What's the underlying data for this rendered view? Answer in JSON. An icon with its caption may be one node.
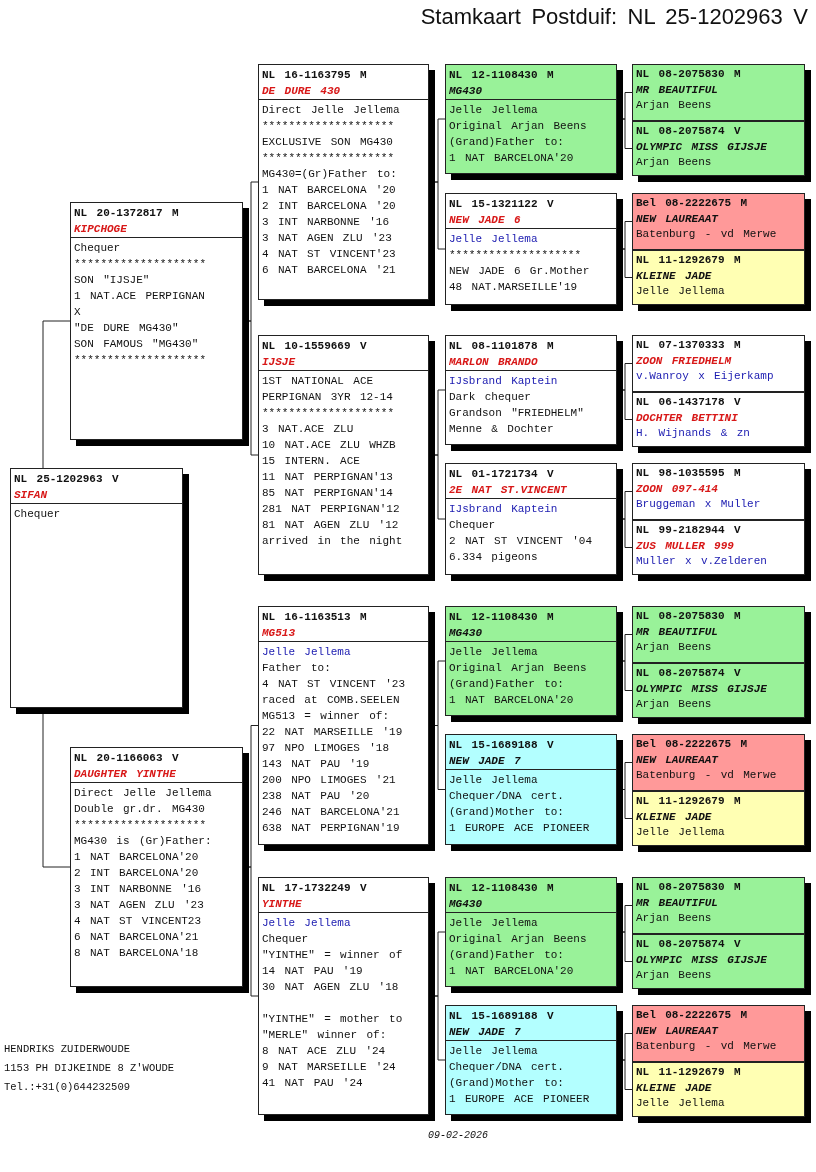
{
  "diagram": {
    "title": "Stamkaart Postduif: NL 25-1202963 V",
    "nodes": [
      {
        "text": [
          "NL 25-1202963 V",
          "SIFAN",
          "Chequer"
        ]
      },
      {
        "text": [
          "NL 20-1372817 M",
          "KIPCHOGE",
          "Chequer",
          "********************",
          "SON \"IJSJE\"",
          "1 NAT.ACE PERPIGNAN",
          "X",
          "\"DE DURE MG430\"",
          "SON FAMOUS \"MG430\"",
          "********************"
        ]
      },
      {
        "text": [
          "NL 20-1166063 V",
          "DAUGHTER YINTHE",
          "Direct Jelle Jellema",
          "Double gr.dr. MG430",
          "********************",
          "MG430 is (Gr)Father:",
          "1 NAT BARCELONA'20",
          "2 INT BARCELONA'20",
          "3 INT NARBONNE '16",
          "3 NAT AGEN ZLU '23",
          "4 NAT ST VINCENT23",
          "6 NAT BARCELONA'21",
          "8 NAT BARCELONA'18"
        ]
      },
      {
        "text": [
          "NL 16-1163795 M",
          "DE DURE 430",
          "Direct Jelle Jellema",
          "********************",
          "EXCLUSIVE SON MG430",
          "********************",
          "MG430=(Gr)Father to:",
          "1 NAT BARCELONA '20",
          "2 INT BARCELONA '20",
          "3 INT NARBONNE '16",
          "3 NAT AGEN ZLU '23",
          "4 NAT ST VINCENT'23",
          "6 NAT BARCELONA '21"
        ]
      },
      {
        "text": [
          "NL 10-1559669 V",
          "IJSJE",
          "1ST NATIONAL ACE",
          "PERPIGNAN 3YR 12-14",
          "********************",
          "3 NAT.ACE ZLU",
          "10 NAT.ACE ZLU WHZB",
          "15 INTERN. ACE",
          "11 NAT PERPIGNAN'13",
          "85 NAT PERPIGNAN'14",
          "281 NAT PERPIGNAN'12",
          "81 NAT AGEN ZLU '12",
          "arrived in the night"
        ]
      },
      {
        "text": [
          "NL 16-1163513 M",
          "MG513",
          "Jelle Jellema",
          "Father to:",
          "4 NAT ST VINCENT '23",
          "raced at COMB.SEELEN",
          "MG513 = winner of:",
          "22 NAT MARSEILLE '19",
          "97 NPO LIMOGES '18",
          "143 NAT PAU '19",
          "200 NPO LIMOGES '21",
          "238 NAT PAU '20",
          "246 NAT BARCELONA'21",
          "638 NAT PERPIGNAN'19"
        ]
      },
      {
        "text": [
          "NL 17-1732249 V",
          "YINTHE",
          "Jelle Jellema",
          "Chequer",
          "\"YINTHE\" = winner of",
          "14 NAT PAU '19",
          "30 NAT AGEN ZLU '18",
          "\"YINTHE\" = mother to",
          "\"MERLE\" winner of:",
          "8 NAT ACE ZLU '24",
          "9 NAT MARSEILLE '24",
          "41 NAT PAU '24"
        ]
      },
      {
        "text": [
          "NL 12-1108430 M",
          "MG430",
          "Jelle Jellema",
          "Original Arjan Beens",
          "(Grand)Father to:",
          "1 NAT BARCELONA'20"
        ]
      },
      {
        "text": [
          "NL 15-1321122 V",
          "NEW JADE 6",
          "Jelle Jellema",
          "********************",
          "NEW JADE 6 Gr.Mother",
          "48 NAT.MARSEILLE'19"
        ]
      },
      {
        "text": [
          "NL 08-1101878 M",
          "MARLON BRANDO",
          "IJsbrand Kaptein",
          "Dark chequer",
          "Grandson \"FRIEDHELM\"",
          "Menne & Dochter"
        ]
      },
      {
        "text": [
          "NL 01-1721734 V",
          "2E NAT ST.VINCENT",
          "IJsbrand Kaptein",
          "Chequer",
          "2 NAT ST VINCENT '04",
          "6.334 pigeons"
        ]
      },
      {
        "text": [
          "NL 12-1108430 M",
          "MG430",
          "Jelle Jellema",
          "Original Arjan Beens",
          "(Grand)Father to:",
          "1 NAT BARCELONA'20"
        ]
      },
      {
        "text": [
          "NL 15-1689188 V",
          "NEW JADE 7",
          "Jelle Jellema",
          "Chequer/DNA cert.",
          "(Grand)Mother to:",
          "1 EUROPE ACE PIONEER"
        ]
      },
      {
        "text": [
          "NL 12-1108430 M",
          "MG430",
          "Jelle Jellema",
          "Original Arjan Beens",
          "(Grand)Father to:",
          "1 NAT BARCELONA'20"
        ]
      },
      {
        "text": [
          "NL 15-1689188 V",
          "NEW JADE 7",
          "Jelle Jellema",
          "Chequer/DNA cert.",
          "(Grand)Mother to:",
          "1 EUROPE ACE PIONEER"
        ]
      },
      {
        "text": [
          "NL 08-2075830 M",
          "MR BEAUTIFUL",
          "Arjan Beens"
        ]
      },
      {
        "text": [
          "NL 08-2075874 V",
          "OLYMPIC MISS GIJSJE",
          "Arjan Beens"
        ]
      },
      {
        "text": [
          "Bel 08-2222675 M",
          "NEW LAUREAAT",
          "Batenburg - vd Merwe"
        ]
      },
      {
        "text": [
          "NL 11-1292679 M",
          "KLEINE JADE",
          "Jelle Jellema"
        ]
      },
      {
        "text": [
          "NL 07-1370333 M",
          "ZOON FRIEDHELM",
          "v.Wanroy x Eijerkamp"
        ]
      },
      {
        "text": [
          "NL 06-1437178 V",
          "DOCHTER BETTINI",
          "H. Wijnands & zn"
        ]
      },
      {
        "text": [
          "NL 98-1035595 M",
          "ZOON 097-414",
          "Bruggeman x Muller"
        ]
      },
      {
        "text": [
          "NL 99-2182944 V",
          "ZUS MULLER 999",
          "Muller x v.Zelderen"
        ]
      },
      {
        "text": [
          "NL 08-2075830 M",
          "MR BEAUTIFUL",
          "Arjan Beens"
        ]
      },
      {
        "text": [
          "NL 08-2075874 V",
          "OLYMPIC MISS GIJSJE",
          "Arjan Beens"
        ]
      },
      {
        "text": [
          "Bel 08-2222675 M",
          "NEW LAUREAAT",
          "Batenburg - vd Merwe"
        ]
      },
      {
        "text": [
          "NL 11-1292679 M",
          "KLEINE JADE",
          "Jelle Jellema"
        ]
      },
      {
        "text": [
          "NL 08-2075830 M",
          "MR BEAUTIFUL",
          "Arjan Beens"
        ]
      },
      {
        "text": [
          "NL 08-2075874 V",
          "OLYMPIC MISS GIJSJE",
          "Arjan Beens"
        ]
      },
      {
        "text": [
          "Bel 08-2222675 M",
          "NEW LAUREAAT",
          "Batenburg - vd Merwe"
        ]
      },
      {
        "text": [
          "NL 11-1292679 M",
          "KLEINE JADE",
          "Jelle Jellema"
        ]
      }
    ],
    "edges": [
      {
        "from": 0,
        "to": 1,
        "arrow": "none"
      },
      {
        "from": 0,
        "to": 2,
        "arrow": "none"
      },
      {
        "from": 1,
        "to": 3,
        "arrow": "none"
      },
      {
        "from": 1,
        "to": 4,
        "arrow": "none"
      },
      {
        "from": 2,
        "to": 5,
        "arrow": "none"
      },
      {
        "from": 2,
        "to": 6,
        "arrow": "none"
      },
      {
        "from": 3,
        "to": 7,
        "arrow": "none"
      },
      {
        "from": 3,
        "to": 8,
        "arrow": "none"
      },
      {
        "from": 4,
        "to": 9,
        "arrow": "none"
      },
      {
        "from": 4,
        "to": 10,
        "arrow": "none"
      },
      {
        "from": 5,
        "to": 11,
        "arrow": "none"
      },
      {
        "from": 5,
        "to": 12,
        "arrow": "none"
      },
      {
        "from": 6,
        "to": 13,
        "arrow": "none"
      },
      {
        "from": 6,
        "to": 14,
        "arrow": "none"
      },
      {
        "from": 7,
        "to": 15,
        "arrow": "none"
      },
      {
        "from": 7,
        "to": 16,
        "arrow": "none"
      },
      {
        "from": 8,
        "to": 17,
        "arrow": "none"
      },
      {
        "from": 8,
        "to": 18,
        "arrow": "none"
      },
      {
        "from": 9,
        "to": 19,
        "arrow": "none"
      },
      {
        "from": 9,
        "to": 20,
        "arrow": "none"
      },
      {
        "from": 10,
        "to": 21,
        "arrow": "none"
      },
      {
        "from": 10,
        "to": 22,
        "arrow": "none"
      },
      {
        "from": 11,
        "to": 23,
        "arrow": "none"
      },
      {
        "from": 11,
        "to": 24,
        "arrow": "none"
      },
      {
        "from": 12,
        "to": 25,
        "arrow": "none"
      },
      {
        "from": 12,
        "to": 26,
        "arrow": "none"
      },
      {
        "from": 13,
        "to": 27,
        "arrow": "none"
      },
      {
        "from": 13,
        "to": 28,
        "arrow": "none"
      },
      {
        "from": 14,
        "to": 29,
        "arrow": "none"
      },
      {
        "from": 14,
        "to": 30,
        "arrow": "none"
      }
    ],
    "labels": [
      "HENDRIKS ZUIDERWOUDE",
      "1153 PH DIJKEINDE 8 Z'WOUDE",
      "Tel.:+31(0)644232509",
      "09-02-2026"
    ]
  }
}
